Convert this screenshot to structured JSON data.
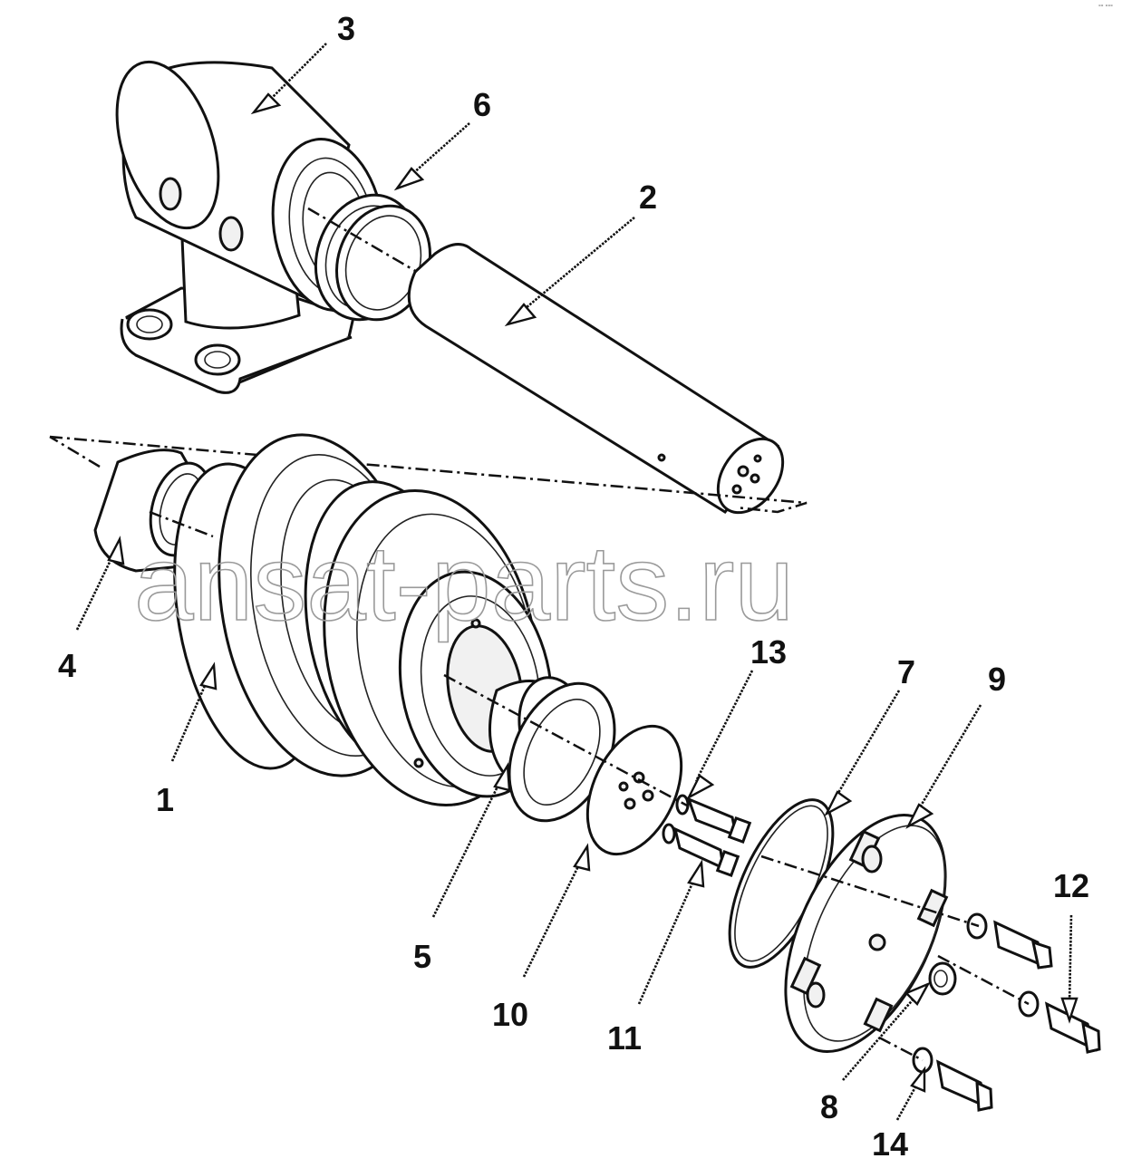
{
  "watermark": "ansat-parts.ru",
  "corner_mark": "°°  °°°",
  "callouts": [
    {
      "id": "1",
      "label": "1"
    },
    {
      "id": "2",
      "label": "2"
    },
    {
      "id": "3",
      "label": "3"
    },
    {
      "id": "4",
      "label": "4"
    },
    {
      "id": "5",
      "label": "5"
    },
    {
      "id": "6",
      "label": "6"
    },
    {
      "id": "7",
      "label": "7"
    },
    {
      "id": "8",
      "label": "8"
    },
    {
      "id": "9",
      "label": "9"
    },
    {
      "id": "10",
      "label": "10"
    },
    {
      "id": "11",
      "label": "11"
    },
    {
      "id": "12",
      "label": "12"
    },
    {
      "id": "13",
      "label": "13"
    },
    {
      "id": "14",
      "label": "14"
    }
  ]
}
